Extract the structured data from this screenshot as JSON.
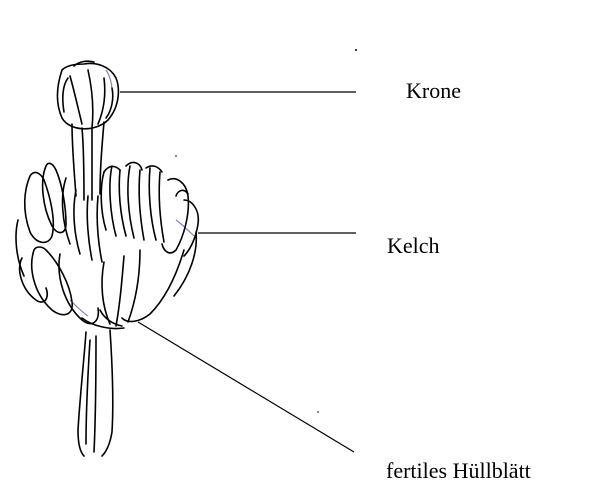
{
  "labels": {
    "krone": "Krone",
    "kelch": "Kelch",
    "fertiles_hullblatt": "fertiles Hüllblätt"
  },
  "colors": {
    "background": "#ffffff",
    "ink": "#000000",
    "blue_tint": "#1a237e"
  }
}
